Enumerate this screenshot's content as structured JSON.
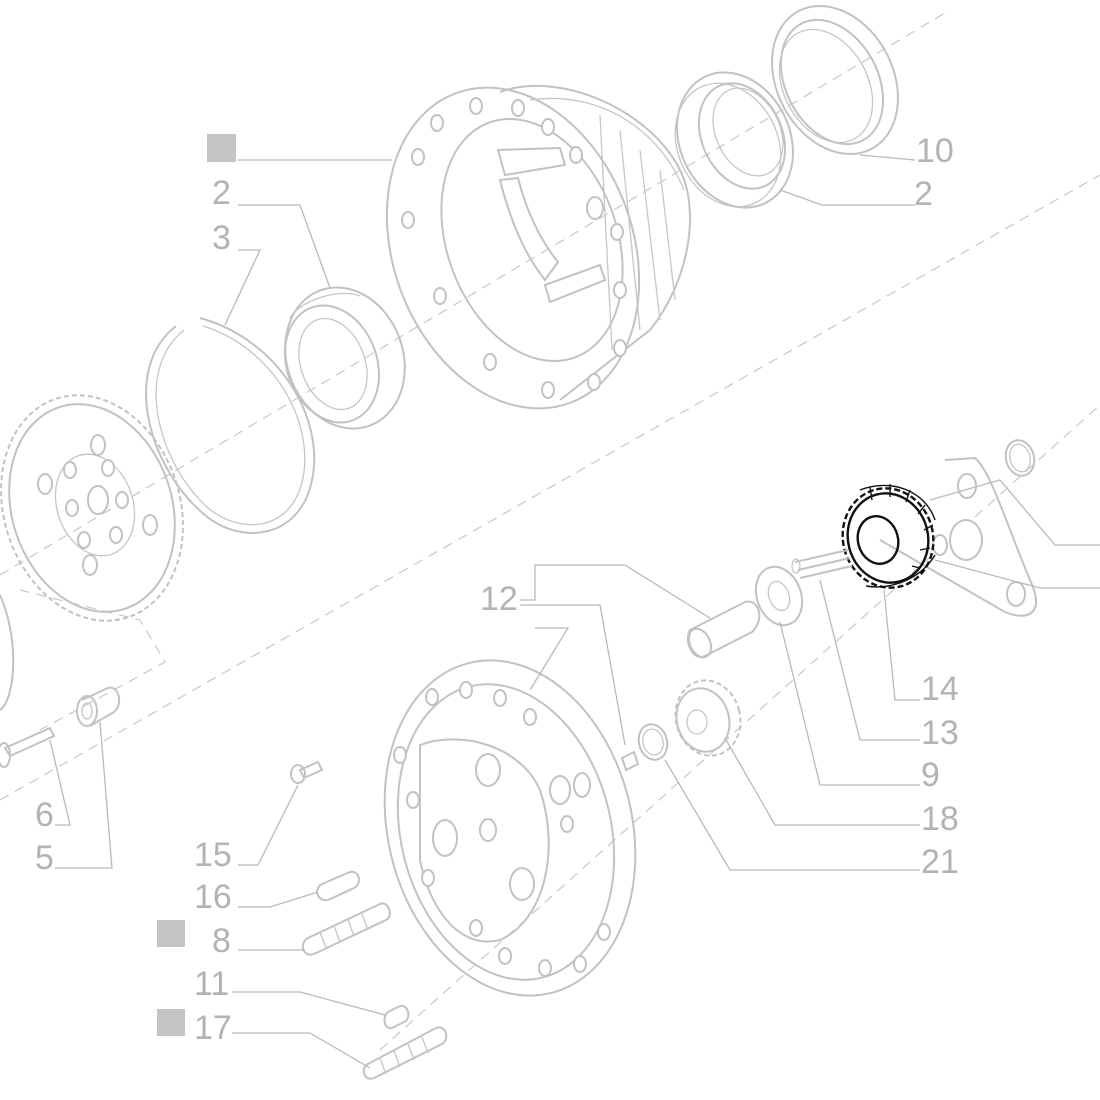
{
  "callouts": [
    {
      "key": "c10",
      "text": "10"
    },
    {
      "key": "c2a",
      "text": "2"
    },
    {
      "key": "c2b",
      "text": "2"
    },
    {
      "key": "c3",
      "text": "3"
    },
    {
      "key": "c12",
      "text": "12"
    },
    {
      "key": "c14",
      "text": "14"
    },
    {
      "key": "c13",
      "text": "13"
    },
    {
      "key": "c9",
      "text": "9"
    },
    {
      "key": "c18",
      "text": "18"
    },
    {
      "key": "c21",
      "text": "21"
    },
    {
      "key": "c6",
      "text": "6"
    },
    {
      "key": "c5",
      "text": "5"
    },
    {
      "key": "c15",
      "text": "15"
    },
    {
      "key": "c16",
      "text": "16"
    },
    {
      "key": "c8",
      "text": "8"
    },
    {
      "key": "c11",
      "text": "11"
    },
    {
      "key": "c17",
      "text": "17"
    }
  ],
  "highlighted_part": "14",
  "colors": {
    "line": "#c2c2c2",
    "label": "#b3b3b3",
    "marker": "#c4c4c4",
    "highlight": "#111111"
  }
}
